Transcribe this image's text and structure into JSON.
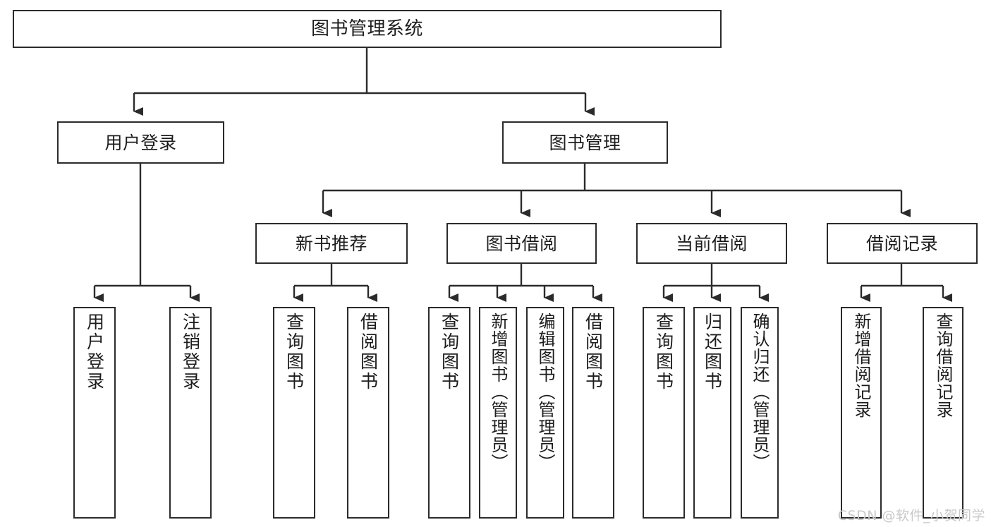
{
  "diagram": {
    "title": "图书管理系统",
    "root": {
      "label": "图书管理系统"
    },
    "level2": [
      {
        "label": "用户登录"
      },
      {
        "label": "图书管理"
      }
    ],
    "level3": [
      {
        "label": "新书推荐"
      },
      {
        "label": "图书借阅"
      },
      {
        "label": "当前借阅"
      },
      {
        "label": "借阅记录"
      }
    ],
    "leaves": [
      {
        "label": "用户登录",
        "parent": "用户登录"
      },
      {
        "label": "注销登录",
        "parent": "用户登录"
      },
      {
        "label": "查询图书",
        "parent": "新书推荐"
      },
      {
        "label": "借阅图书",
        "parent": "新书推荐"
      },
      {
        "label": "查询图书",
        "parent": "图书借阅"
      },
      {
        "label": "新增图书（管理员）",
        "parent": "图书借阅"
      },
      {
        "label": "编辑图书（管理员）",
        "parent": "图书借阅"
      },
      {
        "label": "借阅图书",
        "parent": "图书借阅"
      },
      {
        "label": "查询图书",
        "parent": "当前借阅"
      },
      {
        "label": "归还图书",
        "parent": "当前借阅"
      },
      {
        "label": "确认归还（管理员）",
        "parent": "当前借阅"
      },
      {
        "label": "新增借阅记录",
        "parent": "借阅记录"
      },
      {
        "label": "查询借阅记录",
        "parent": "借阅记录"
      }
    ],
    "watermark": "CSDN @软件_小贺同学",
    "colors": {
      "stroke": "#2b2b2b",
      "fill": "#ffffff",
      "text": "#1d1d1d",
      "watermark": "#c9c9c9"
    }
  }
}
